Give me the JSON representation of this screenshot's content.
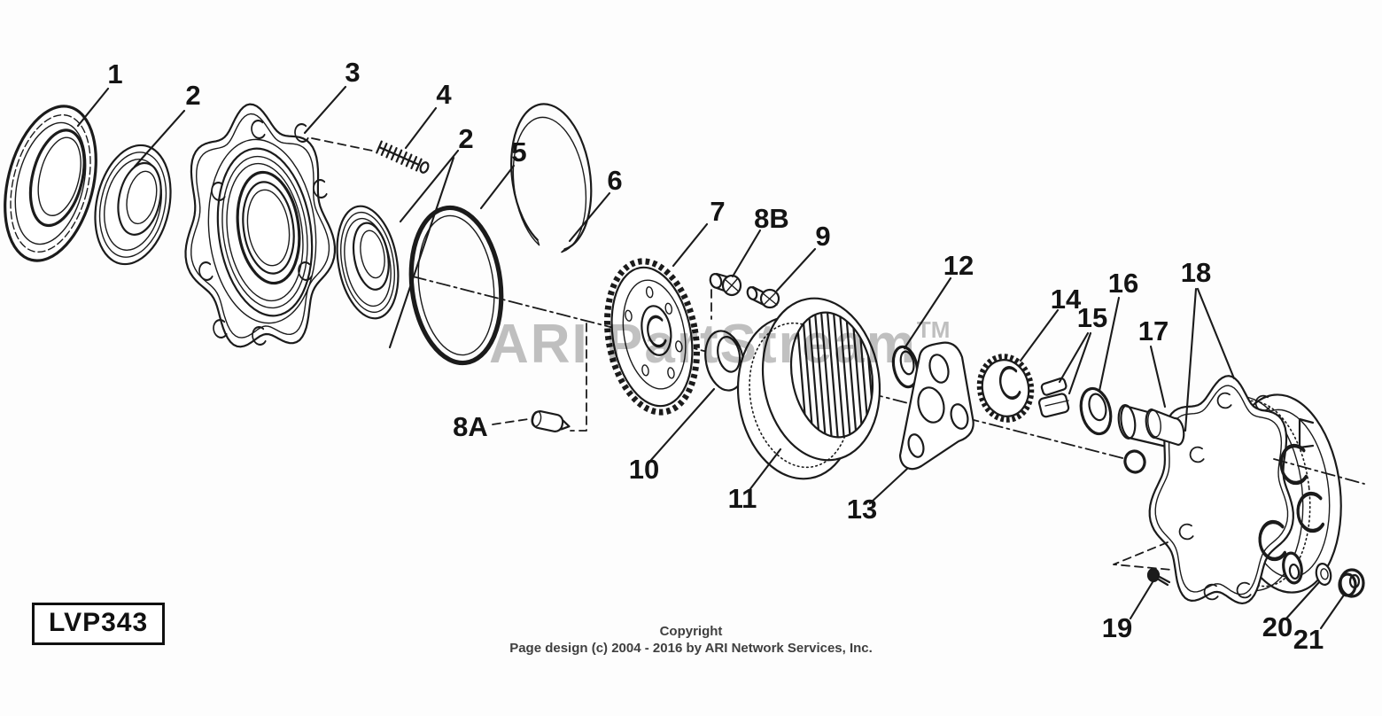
{
  "diagram": {
    "code": "LVP343",
    "watermark_text": "ARI PartStream",
    "watermark_tm": "TM",
    "copyright_line1": "Copyright",
    "copyright_line2": "Page design (c) 2004 - 2016 by ARI Network Services, Inc.",
    "callouts": {
      "c1": "1",
      "c2": "2",
      "c3": "3",
      "c4": "4",
      "c2b": "2",
      "c5": "5",
      "c6": "6",
      "c7": "7",
      "c8a": "8A",
      "c8b": "8B",
      "c9": "9",
      "c10": "10",
      "c11": "11",
      "c12": "12",
      "c13": "13",
      "c14": "14",
      "c15": "15",
      "c16": "16",
      "c17": "17",
      "c18": "18",
      "c19": "19",
      "c20": "20",
      "c21": "21"
    }
  }
}
